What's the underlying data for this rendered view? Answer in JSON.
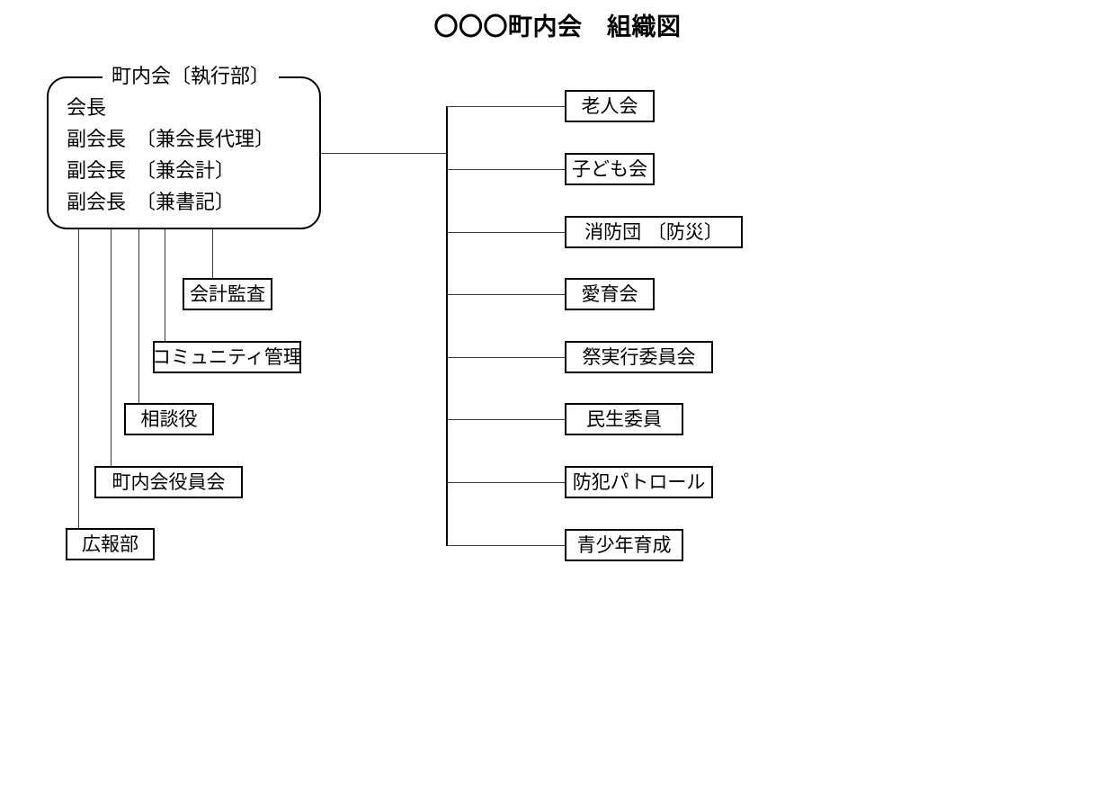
{
  "title": "〇〇〇町内会　組織図",
  "executive": {
    "legend": "町内会〔執行部〕",
    "members": [
      "会長",
      "副会長　〔兼会長代理〕",
      "副会長　〔兼会計〕",
      "副会長　〔兼書記〕"
    ]
  },
  "left_branch": {
    "nodes": [
      {
        "label": "会計監査"
      },
      {
        "label": "コミュニティ管理"
      },
      {
        "label": "相談役"
      },
      {
        "label": "町内会役員会"
      },
      {
        "label": "広報部"
      }
    ]
  },
  "right_branch": {
    "nodes": [
      {
        "label": "老人会"
      },
      {
        "label": "子ども会"
      },
      {
        "label": "消防団 〔防災〕"
      },
      {
        "label": "愛育会"
      },
      {
        "label": "祭実行委員会"
      },
      {
        "label": "民生委員"
      },
      {
        "label": "防犯パトロール"
      },
      {
        "label": "青少年育成"
      }
    ]
  },
  "colors": {
    "background": "#ffffff",
    "text": "#000000",
    "box_border": "#000000",
    "connector": "#3a3a3a"
  }
}
